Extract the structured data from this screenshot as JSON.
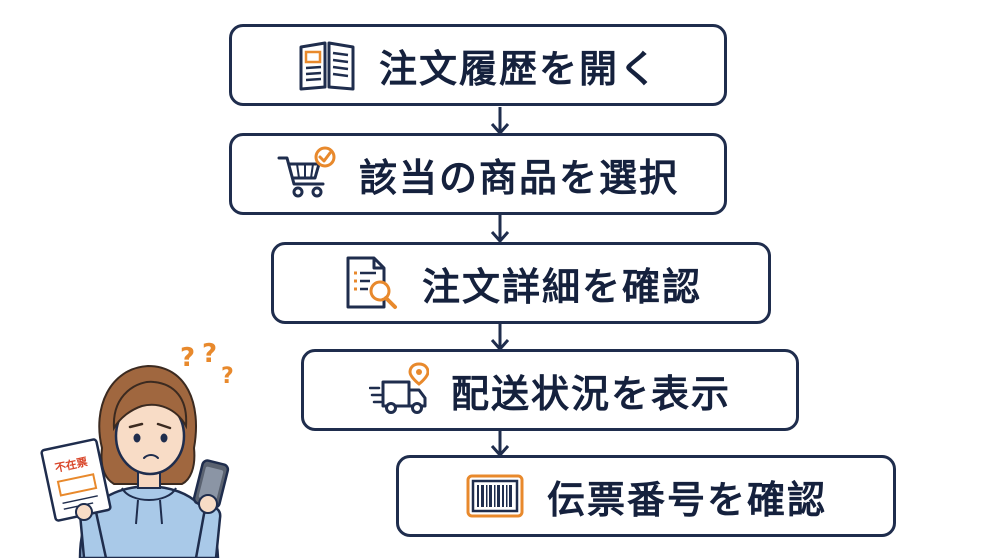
{
  "steps": [
    {
      "label": "注文履歴を開く",
      "icon": "open-book-icon"
    },
    {
      "label": "該当の商品を選択",
      "icon": "cart-check-icon"
    },
    {
      "label": "注文詳細を確認",
      "icon": "document-search-icon"
    },
    {
      "label": "配送状況を表示",
      "icon": "delivery-truck-location-icon"
    },
    {
      "label": "伝票番号を確認",
      "icon": "barcode-icon"
    }
  ],
  "illustration": {
    "question_marks": [
      "?",
      "?",
      "?"
    ],
    "notice_text": "不在票"
  },
  "colors": {
    "navy": "#1f2d4d",
    "accent_orange": "#e8892c",
    "hoodie_blue": "#a9c9e8",
    "hair_brown": "#a0673f"
  }
}
